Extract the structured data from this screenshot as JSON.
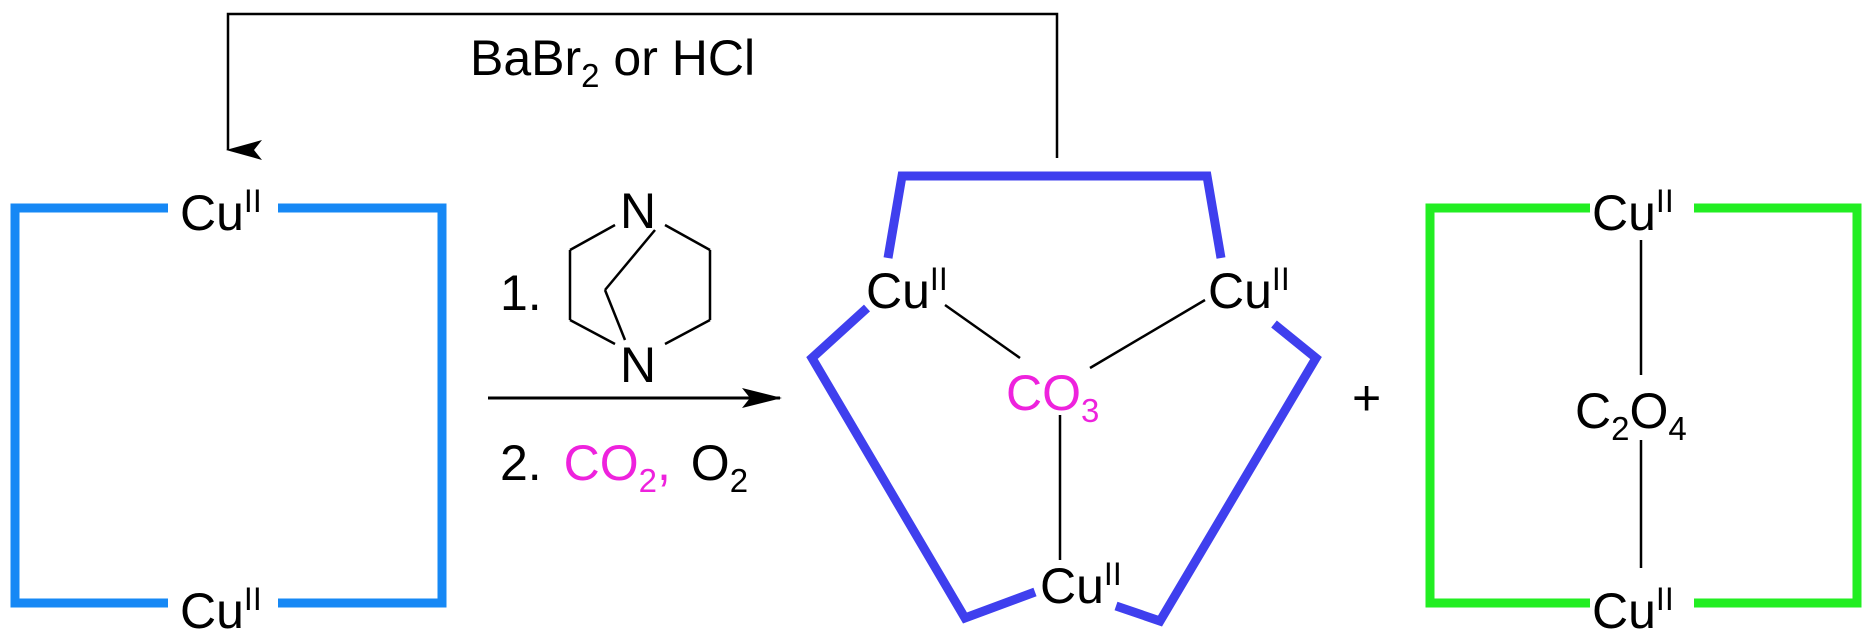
{
  "colors": {
    "dimer_blue": "#1688f5",
    "trimer_blue": "#3f3fee",
    "dimer_green": "#22ee22",
    "carbonate_magenta": "#ee22dd",
    "ink": "#000000"
  },
  "recycle": {
    "reagent_main": "BaBr",
    "reagent_sub": "2",
    "reagent_rest": " or HCl"
  },
  "reactant": {
    "top_label": "Cu",
    "top_ox": "II",
    "bottom_label": "Cu",
    "bottom_ox": "II"
  },
  "conditions": {
    "step1": "1.",
    "dabco_n_top": "N",
    "dabco_n_bottom": "N",
    "step2": "2.",
    "co2_main": "CO",
    "co2_sub": "2",
    "co2_comma": ",",
    "o2_main": "O",
    "o2_sub": "2"
  },
  "product_trimer": {
    "left_label": "Cu",
    "left_ox": "II",
    "right_label": "Cu",
    "right_ox": "II",
    "bottom_label": "Cu",
    "bottom_ox": "II",
    "center_main": "CO",
    "center_sub": "3"
  },
  "plus": "+",
  "product_dimer": {
    "top_label": "Cu",
    "top_ox": "II",
    "bottom_label": "Cu",
    "bottom_ox": "II",
    "bridge_c": "C",
    "bridge_c_sub": "2",
    "bridge_o": "O",
    "bridge_o_sub": "4"
  }
}
